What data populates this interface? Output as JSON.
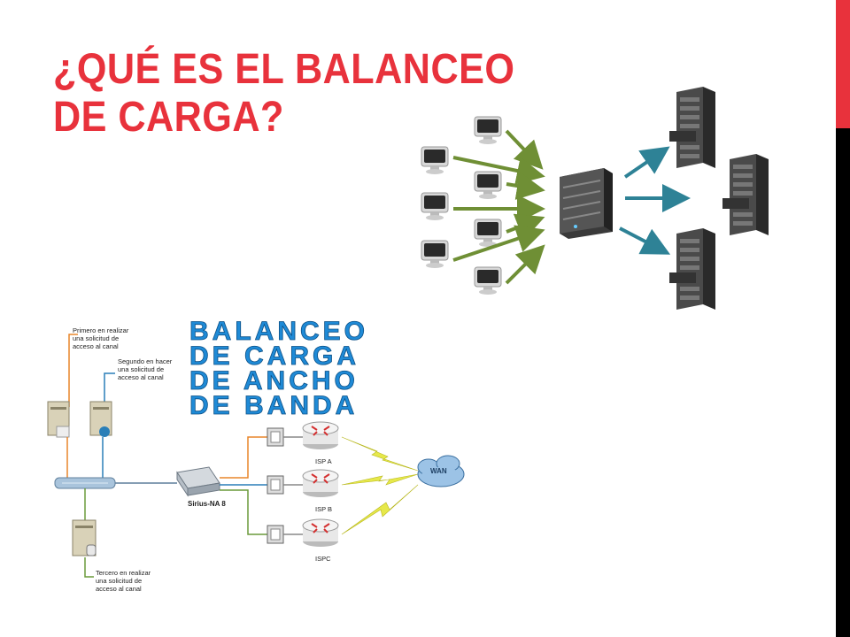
{
  "slide": {
    "title_line1": "¿QUÉ ES EL BALANCEO",
    "title_line2": "DE CARGA?",
    "accent_top_color": "#e8323c",
    "accent_bottom_color": "#000000"
  },
  "diagram_bottom": {
    "banner": [
      "BALANCEO",
      "DE CARGA",
      "DE ANCHO",
      "DE BANDA"
    ],
    "callout_1": [
      "Primero en realizar",
      "una solicitud de",
      "acceso al canal"
    ],
    "callout_2": [
      "Segundo en hacer",
      "una solicitud de",
      "acceso al canal"
    ],
    "callout_3": [
      "Tercero en realizar",
      "una solicitud de",
      "acceso al canal"
    ],
    "device_label": "Sirius-NA 8",
    "isp_labels": [
      "ISP A",
      "ISP B",
      "ISPC"
    ],
    "cloud_label": "WAN"
  },
  "colors": {
    "client_arrow": "#6f8f35",
    "server_arrow": "#2e8296",
    "banner_blue": "#1f8ad6",
    "wire_orange": "#e8862a",
    "wire_green": "#6a9a3a",
    "wire_blue": "#2a7fb8",
    "zigzag": "#e6e84a"
  }
}
